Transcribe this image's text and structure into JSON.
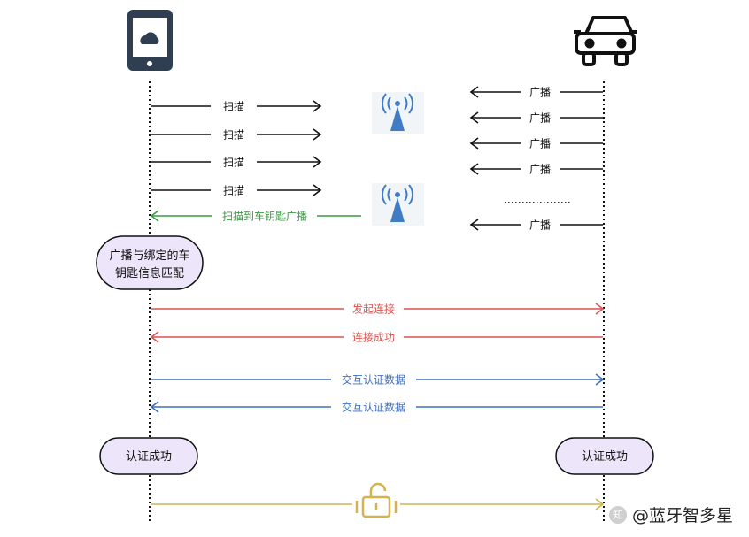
{
  "participants": {
    "phone": "phone-icon",
    "car": "car-icon"
  },
  "scan_label": "扫描",
  "broadcast_label": "广播",
  "scan_found_label": "扫描到车钥匙广播",
  "match_label_line1": "广播与绑定的车",
  "match_label_line2": "钥匙信息匹配",
  "connect_request_label": "发起连接",
  "connect_success_label": "连接成功",
  "auth_data_label": "交互认证数据",
  "auth_success_label": "认证成功",
  "watermark_text": "@蓝牙智多星",
  "colors": {
    "black": "#111111",
    "green": "#3c9a45",
    "red": "#d9534f",
    "blue": "#3d6fc0",
    "gold": "#d4b24c",
    "pill_fill": "#ede6fa",
    "signal_blue": "#3f7cc4"
  }
}
